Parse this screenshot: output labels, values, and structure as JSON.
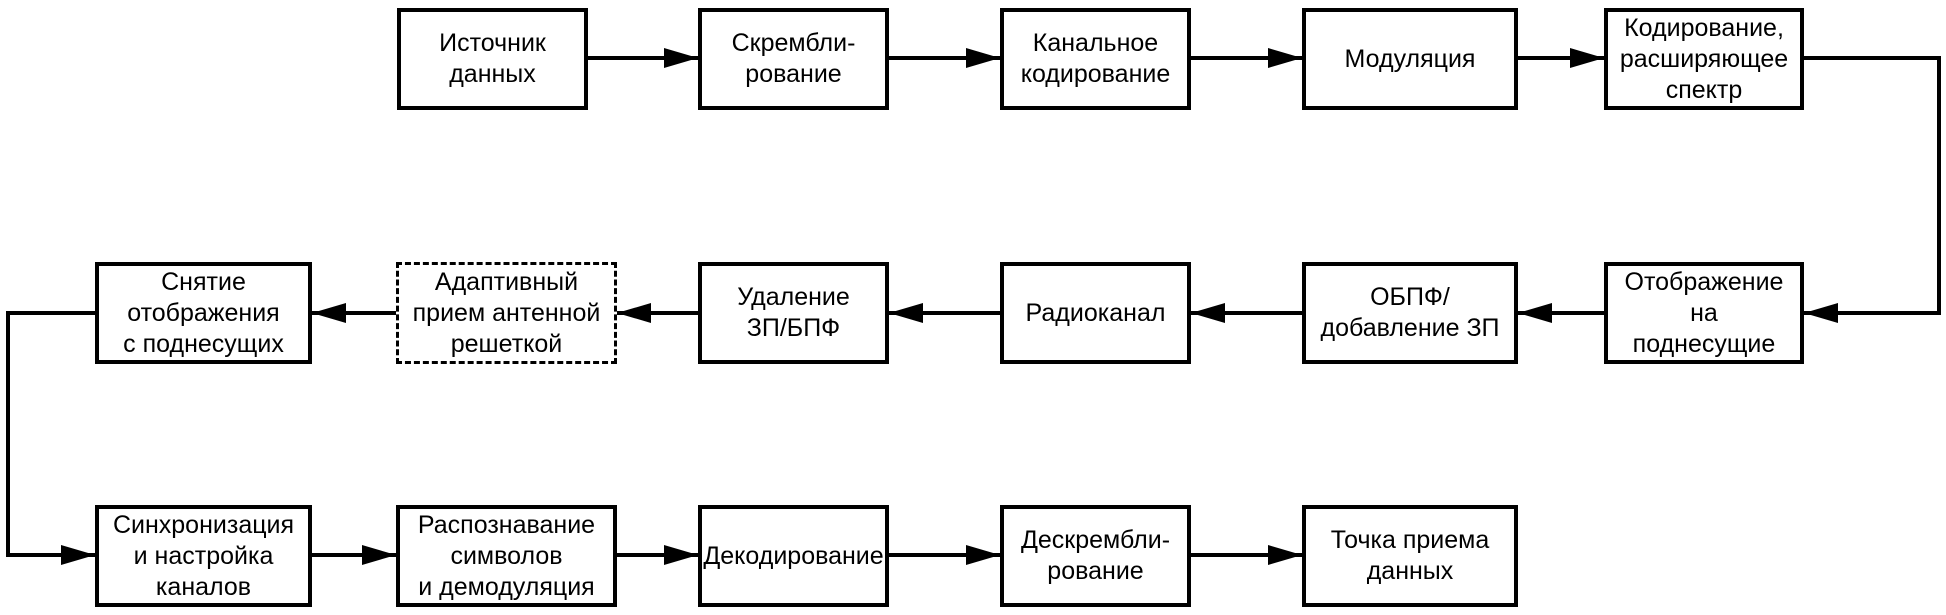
{
  "diagram": {
    "row1": [
      {
        "id": "b1",
        "label": "Источник\nданных"
      },
      {
        "id": "b2",
        "label": "Скрембли-\nрование"
      },
      {
        "id": "b3",
        "label": "Канальное\nкодирование"
      },
      {
        "id": "b4",
        "label": "Модуляция"
      },
      {
        "id": "b5",
        "label": "Кодирование,\nрасширяющее\nспектр"
      }
    ],
    "row2": [
      {
        "id": "b10",
        "label": "Снятие\nотображения\nс поднесущих"
      },
      {
        "id": "b9",
        "label": "Адаптивный\nприем антенной\nрешеткой",
        "dashed": true
      },
      {
        "id": "b8",
        "label": "Удаление\nЗП/БПФ"
      },
      {
        "id": "b7",
        "label": "Радиоканал"
      },
      {
        "id": "b6",
        "label": "ОБПФ/\nдобавление ЗП"
      },
      {
        "id": "b6a",
        "label": "Отображение\nна\nподнесущие"
      }
    ],
    "row3": [
      {
        "id": "b11",
        "label": "Синхронизация\nи настройка\nканалов"
      },
      {
        "id": "b12",
        "label": "Распознавание\nсимволов\nи демодуляция"
      },
      {
        "id": "b13",
        "label": "Декодирование"
      },
      {
        "id": "b14",
        "label": "Дескрембли-\nрование"
      },
      {
        "id": "b15",
        "label": "Точка приема\nданных"
      }
    ]
  }
}
